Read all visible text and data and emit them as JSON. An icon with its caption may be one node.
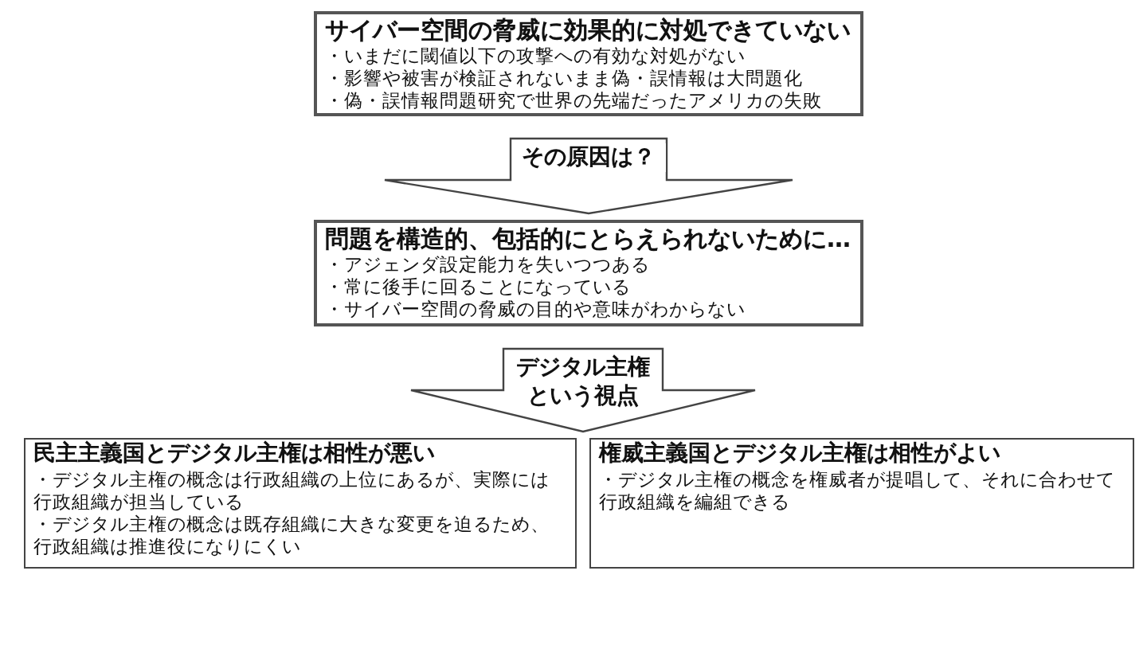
{
  "diagram": {
    "nodes": [
      {
        "text": [
          "サイバー空間の脅威に効果的に対処できていない",
          "・いまだに閾値以下の攻撃への有効な対処がない",
          "・影響や被害が検証されないまま偽・誤情報は大問題化",
          "・偽・誤情報問題研究で世界の先端だったアメリカの失敗"
        ]
      },
      {
        "text": [
          "問題を構造的、包括的にとらえられないために…",
          "・アジェンダ設定能力を失いつつある",
          "・常に後手に回ることになっている",
          "・サイバー空間の脅威の目的や意味がわからない"
        ]
      },
      {
        "text": [
          "民主主義国とデジタル主権は相性が悪い",
          "・デジタル主権の概念は行政組織の上位にあるが、実際には行政組織が担当している",
          "・デジタル主権の概念は既存組織に大きな変更を迫るため、行政組織は推進役になりにくい"
        ]
      },
      {
        "text": [
          "権威主義国とデジタル主権は相性がよい",
          "・デジタル主権の概念を権威者が提唱して、それに合わせて行政組織を編組できる"
        ]
      }
    ],
    "edges": [
      {
        "from": 0,
        "to": 1,
        "arrow": "to",
        "label": "その原因は？"
      },
      {
        "from": 1,
        "to": 2,
        "arrow": "to",
        "label": "デジタル主権という視点"
      },
      {
        "from": 1,
        "to": 3,
        "arrow": "to"
      }
    ]
  }
}
